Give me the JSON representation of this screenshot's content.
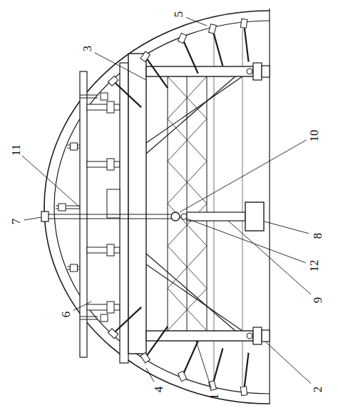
{
  "diagram": {
    "labels": [
      "5",
      "3",
      "10",
      "11",
      "7",
      "8",
      "9",
      "12",
      "2",
      "1",
      "4",
      "6"
    ]
  }
}
